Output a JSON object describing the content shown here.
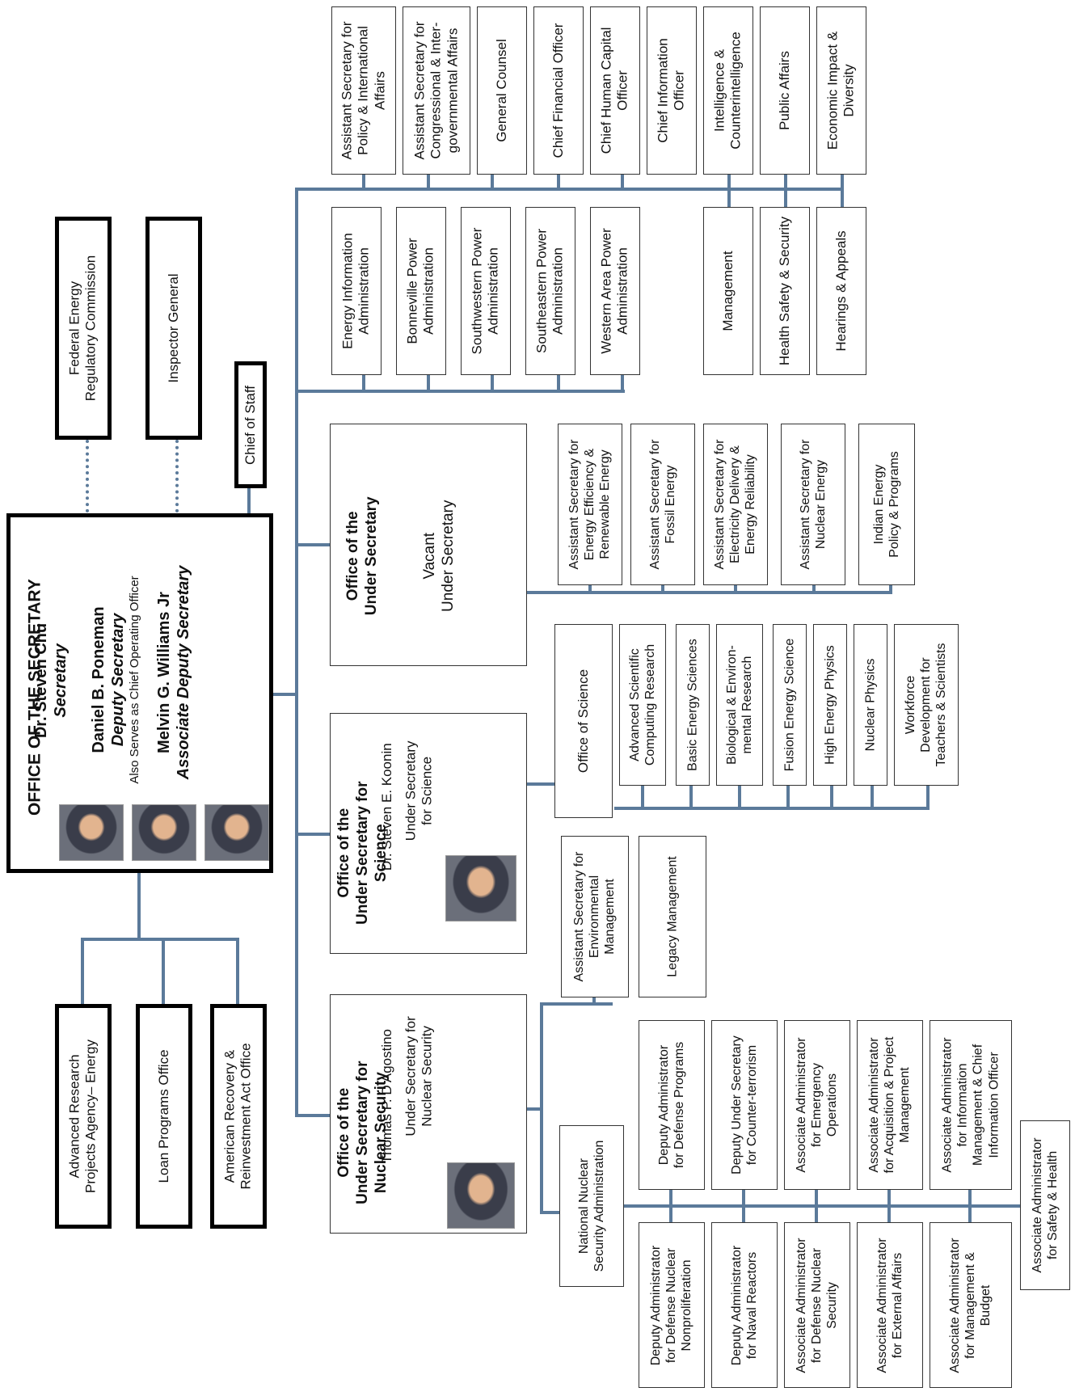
{
  "office_of_secretary": {
    "title": "OFFICE OF THE SECRETARY",
    "secretary_name": "Dr. Steven Chu",
    "secretary_title": "Secretary",
    "deputy_name": "Daniel B. Poneman",
    "deputy_title": "Deputy Secretary",
    "deputy_note": "Also Serves as Chief Operating Officer",
    "associate_name": "Melvin G. Williams Jr",
    "associate_title": "Associate Deputy Secretary"
  },
  "staff_offices": {
    "ferc": [
      "Federal Energy",
      "Regulatory Commission"
    ],
    "ig": [
      "Inspector General"
    ],
    "chief_of_staff": [
      "Chief of Staff"
    ]
  },
  "left_programs": [
    [
      "Advanced Research",
      "Projects Agency– Energy"
    ],
    [
      "Loan Programs Office"
    ],
    [
      "American Recovery &",
      "Reinvestment Act Office"
    ]
  ],
  "staff_top_row": [
    [
      "Assistant Secretary for",
      "Policy & International",
      "Affairs"
    ],
    [
      "Assistant Secretary for",
      "Congressional & Inter-",
      "governmental Affairs"
    ],
    [
      "General Counsel"
    ],
    [
      "Chief Financial Officer"
    ],
    [
      "Chief Human Capital",
      "Officer"
    ],
    [
      "Chief Information",
      "Officer"
    ],
    [
      "Intelligence &",
      "Counterintelligence"
    ],
    [
      "Public Affairs"
    ],
    [
      "Economic Impact &",
      "Diversity"
    ]
  ],
  "staff_second_row": [
    [
      "Energy Information",
      "Administration"
    ],
    [
      "Bonneville Power",
      "Administration"
    ],
    [
      "Southwestern Power",
      "Administration"
    ],
    [
      "Southeastern Power",
      "Administration"
    ],
    [
      "Western Area Power",
      "Administration"
    ],
    [
      "Management"
    ],
    [
      "Health Safety & Security"
    ],
    [
      "Hearings & Appeals"
    ]
  ],
  "under_secretary": {
    "title": [
      "Office of the",
      "Under Secretary"
    ],
    "name": "Vacant",
    "role": "Under Secretary",
    "children": [
      [
        "Assistant Secretary for",
        "Energy Efficiency &",
        "Renewable Energy"
      ],
      [
        "Assistant Secretary for",
        "Fossil Energy"
      ],
      [
        "Assistant Secretary for",
        "Electricity Delivery &",
        "Energy Reliability"
      ],
      [
        "Assistant Secretary for",
        "Nuclear Energy"
      ],
      [
        "Indian Energy",
        "Policy & Programs"
      ]
    ]
  },
  "under_secretary_science": {
    "title": [
      "Office of the",
      "Under Secretary for",
      "Science"
    ],
    "name": "Dr. Steven E. Koonin",
    "role": [
      "Under Secretary",
      "for Science"
    ],
    "office": [
      "Office of Science"
    ],
    "children": [
      [
        "Advanced Scientific",
        "Computing Research"
      ],
      [
        "Basic Energy Sciences"
      ],
      [
        "Biological & Environ-",
        "mental Research"
      ],
      [
        "Fusion Energy Science"
      ],
      [
        "High Energy Physics"
      ],
      [
        "Nuclear Physics"
      ],
      [
        "Workforce",
        "Development for",
        "Teachers & Scientists"
      ]
    ]
  },
  "under_secretary_nuclear": {
    "title": [
      "Office of the",
      "Under Secretary for",
      "Nuclear Security"
    ],
    "name": "Thomas P. D'Agostino",
    "role": [
      "Under Secretary for",
      "Nuclear Security"
    ],
    "env": [
      [
        "Assistant Secretary for",
        "Environmental",
        "Management"
      ],
      [
        "Legacy Management"
      ]
    ],
    "nnsa": [
      "National Nuclear",
      "Security Administration"
    ],
    "upper_row": [
      [
        "Deputy Administrator",
        "for Defense Programs"
      ],
      [
        "Deputy Under Secretary",
        "for Counter-terrorism"
      ],
      [
        "Associate Administrator",
        "for Emergency",
        "Operations"
      ],
      [
        "Associate Administrator",
        "for Acquisition & Project",
        "Management"
      ],
      [
        "Associate Administrator",
        "for Information",
        "Management & Chief",
        "Information Officer"
      ]
    ],
    "lower_row": [
      [
        "Deputy Administrator",
        "for Defense Nuclear",
        "Nonproliferation"
      ],
      [
        "Deputy Administrator",
        "for Naval Reactors"
      ],
      [
        "Associate Administrator",
        "for Defense Nuclear",
        "Security"
      ],
      [
        "Associate Administrator",
        "for External Affairs"
      ],
      [
        "Associate Administrator",
        "for Management &",
        "Budget"
      ]
    ],
    "safety": [
      "Associate Administrator",
      "for Safety & Health"
    ]
  }
}
